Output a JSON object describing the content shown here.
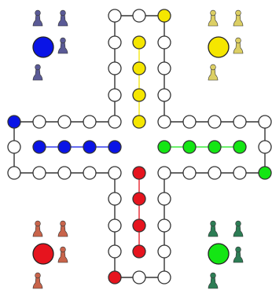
{
  "game": {
    "title": ""
  },
  "colors": {
    "cell_empty": "#ffffff",
    "track_line": "#333333",
    "yellow": "#f5e600",
    "blue": "#0a14e6",
    "green": "#14e614",
    "red": "#e6141e",
    "pawn_blue": "#5a5a96",
    "pawn_yellow": "#dccf64",
    "pawn_red": "#c8644b",
    "pawn_green": "#2d7d55"
  },
  "board": {
    "grid_size": 11,
    "players": [
      {
        "color": "blue",
        "position": "top-left",
        "start_field": "blue",
        "home_pawns_shown": 4
      },
      {
        "color": "yellow",
        "position": "top-right",
        "start_field": "yellow",
        "home_pawns_shown": 4
      },
      {
        "color": "red",
        "position": "bottom-left",
        "start_field": "red",
        "home_pawns_shown": 4
      },
      {
        "color": "green",
        "position": "bottom-right",
        "start_field": "green",
        "home_pawns_shown": 4
      }
    ],
    "finish_lanes": {
      "blue": 4,
      "yellow": 4,
      "green": 4,
      "red": 4
    },
    "colored_track_fields": [
      "yellow-start",
      "blue-start",
      "green-start",
      "red-start"
    ],
    "icons": [
      "pawn-icon",
      "player-disc-icon"
    ]
  }
}
